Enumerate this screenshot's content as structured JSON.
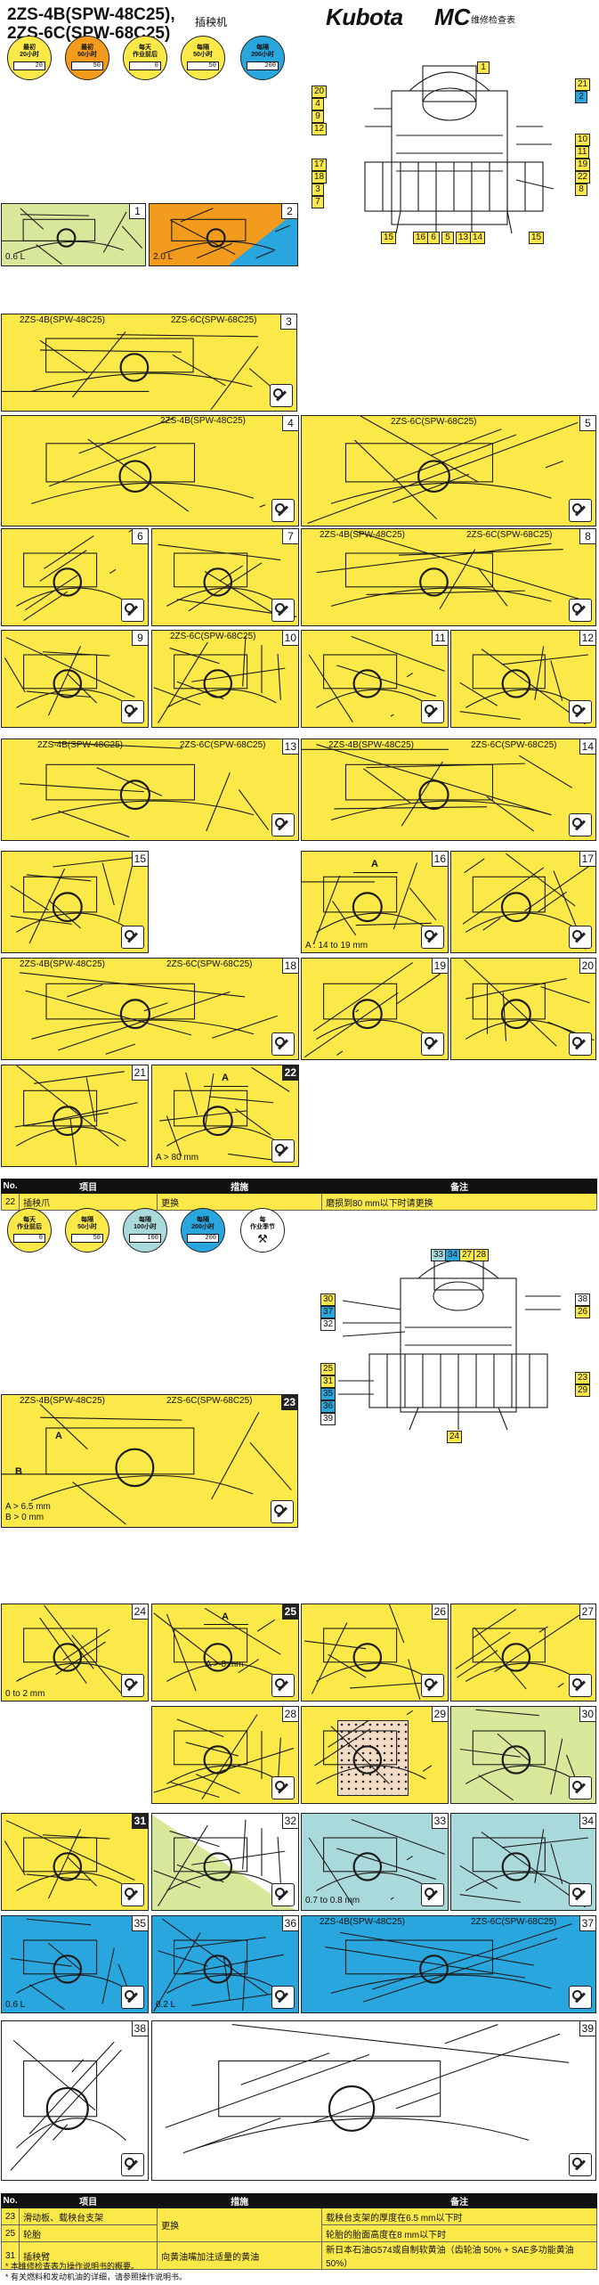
{
  "header": {
    "model_line1": "2ZS-4B(SPW-48C25),",
    "model_line2": "2ZS-6C(SPW-68C25)",
    "subtitle": "插秧机",
    "brand": "Kubota",
    "brand_mc": "MC",
    "brand_sub": "维修检查表"
  },
  "badges_top": [
    {
      "l1": "最初",
      "l2": "20小时",
      "meter": "20",
      "color": "#fbe94a"
    },
    {
      "l1": "最初",
      "l2": "50小时",
      "meter": "50",
      "color": "#f29b1c"
    },
    {
      "l1": "每天",
      "l2": "作业前后",
      "meter": "0",
      "color": "#fbe94a"
    },
    {
      "l1": "每隔",
      "l2": "50小时",
      "meter": "50",
      "color": "#fbe94a"
    },
    {
      "l1": "每隔",
      "l2": "200小时",
      "meter": "200",
      "color": "#2aa6de"
    }
  ],
  "badges_bottom": [
    {
      "l1": "每天",
      "l2": "作业前后",
      "meter": "0",
      "color": "#fbe94a"
    },
    {
      "l1": "每隔",
      "l2": "50小时",
      "meter": "50",
      "color": "#fbe94a"
    },
    {
      "l1": "每隔",
      "l2": "100小时",
      "meter": "100",
      "color": "#a9d9da"
    },
    {
      "l1": "每隔",
      "l2": "200小时",
      "meter": "200",
      "color": "#2aa6de"
    },
    {
      "l1": "每",
      "l2": "作业季节",
      "meter": "",
      "color": "#ffffff"
    }
  ],
  "variants": {
    "a": "2ZS-4B(SPW-48C25)",
    "b": "2ZS-6C(SPW-68C25)"
  },
  "panels": {
    "p1": {
      "num": "1",
      "label": "0.6 L"
    },
    "p2": {
      "num": "2",
      "label": "2.0 L"
    },
    "p3": {
      "num": "3"
    },
    "p4": {
      "num": "4"
    },
    "p5": {
      "num": "5"
    },
    "p6": {
      "num": "6"
    },
    "p7": {
      "num": "7"
    },
    "p8": {
      "num": "8"
    },
    "p9": {
      "num": "9"
    },
    "p10": {
      "num": "10"
    },
    "p11": {
      "num": "11"
    },
    "p12": {
      "num": "12"
    },
    "p13": {
      "num": "13"
    },
    "p14": {
      "num": "14"
    },
    "p15": {
      "num": "15"
    },
    "p16": {
      "num": "16",
      "label": "A : 14 to 19 mm",
      "dim": "A"
    },
    "p17": {
      "num": "17"
    },
    "p18": {
      "num": "18"
    },
    "p19": {
      "num": "19"
    },
    "p20": {
      "num": "20"
    },
    "p21": {
      "num": "21"
    },
    "p22": {
      "num": "22",
      "label": "A > 80 mm",
      "dim": "A"
    },
    "p23": {
      "num": "23",
      "label1": "A > 6.5 mm",
      "label2": "B > 0 mm",
      "dimA": "A",
      "dimB": "B"
    },
    "p24": {
      "num": "24",
      "label": "0 to 2 mm"
    },
    "p25": {
      "num": "25",
      "label": "A > 8 mm",
      "dim": "A"
    },
    "p26": {
      "num": "26"
    },
    "p27": {
      "num": "27"
    },
    "p28": {
      "num": "28"
    },
    "p29": {
      "num": "29"
    },
    "p30": {
      "num": "30"
    },
    "p31": {
      "num": "31"
    },
    "p32": {
      "num": "32"
    },
    "p33": {
      "num": "33",
      "label": "0.7 to 0.8 mm"
    },
    "p34": {
      "num": "34"
    },
    "p35": {
      "num": "35",
      "label": "0.6 L"
    },
    "p36": {
      "num": "36",
      "label": "0.2 L"
    },
    "p37": {
      "num": "37"
    },
    "p38": {
      "num": "38"
    },
    "p39": {
      "num": "39"
    }
  },
  "diagram_top_callouts": [
    "1",
    "21",
    "2",
    "20",
    "4",
    "9",
    "12",
    "10",
    "11",
    "19",
    "22",
    "8",
    "17",
    "18",
    "3",
    "7",
    "15",
    "16",
    "6",
    "5",
    "13",
    "14",
    "15"
  ],
  "diagram_bottom_callouts": [
    "33",
    "34",
    "27",
    "28",
    "30",
    "37",
    "32",
    "38",
    "26",
    "25",
    "31",
    "35",
    "36",
    "39",
    "23",
    "29",
    "24"
  ],
  "table1": {
    "headers": [
      "No.",
      "项目",
      "措施",
      "备注"
    ],
    "rows": [
      {
        "no": "22",
        "item": "插秧爪",
        "action": "更换",
        "note": "磨损到80 mm以下时请更换"
      }
    ]
  },
  "table2": {
    "headers": [
      "No.",
      "项目",
      "措施",
      "备注"
    ],
    "rows": [
      {
        "no": "23",
        "item": "滑动板、载秧台支架",
        "action": "更换",
        "note": "载秧台支架的厚度在6.5 mm以下时"
      },
      {
        "no": "25",
        "item": "轮胎",
        "action": "",
        "note": "轮胎的胎面高度在8 mm以下时"
      },
      {
        "no": "31",
        "item": "插秧臂",
        "action": "向黄油嘴加注适量的黄油",
        "note": "新日本石油G574或自制软黄油（齿轮油 50% + SAE多功能黄油 50%）"
      }
    ]
  },
  "notes": [
    "* 本维修检查表为操作说明书的概要。",
    "* 有关燃料和发动机油的详细，请参照操作说明书。"
  ]
}
